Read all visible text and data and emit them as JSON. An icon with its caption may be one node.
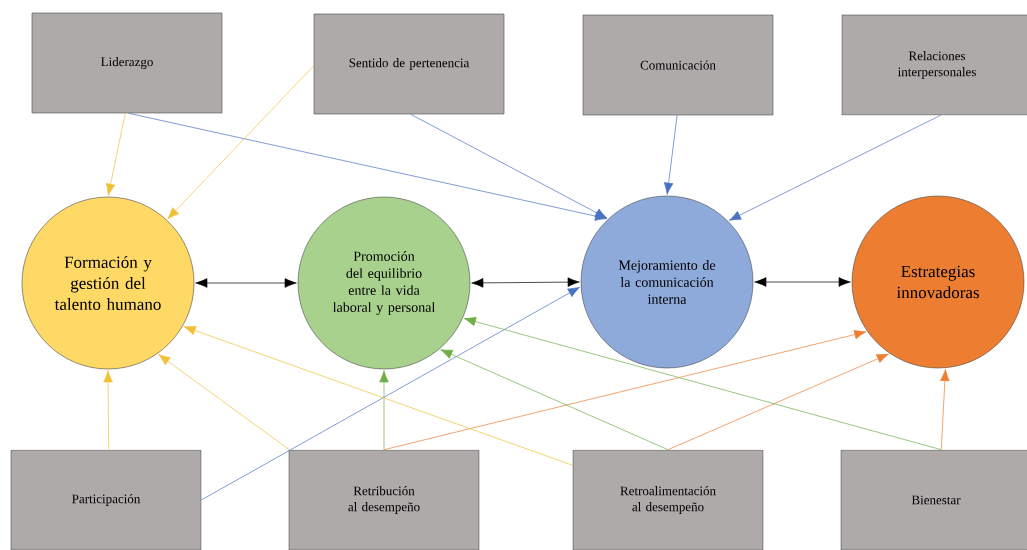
{
  "diagram": {
    "nodes": [
      {
        "text": [
          "Liderazgo"
        ]
      },
      {
        "text": [
          "Sentido de pertenencia"
        ]
      },
      {
        "text": [
          "Comunicación"
        ]
      },
      {
        "text": [
          "Relaciones interpersonales"
        ]
      },
      {
        "text": [
          "Formación y gestión del talento humano"
        ]
      },
      {
        "text": [
          "Promoción del equilibrio entre la vida laboral y personal"
        ]
      },
      {
        "text": [
          "Mejoramiento de la comunicación interna"
        ]
      },
      {
        "text": [
          "Estrategias innovadoras"
        ]
      },
      {
        "text": [
          "Participación"
        ]
      },
      {
        "text": [
          "Retribución al desempeño"
        ]
      },
      {
        "text": [
          "Retroalimentación al desempeño"
        ]
      },
      {
        "text": [
          "Bienestar"
        ]
      }
    ],
    "edges": [
      {
        "from": 0,
        "to": 4,
        "arrow": "to",
        "color": "#f2c037"
      },
      {
        "from": 0,
        "to": 6,
        "arrow": "to",
        "color": "#4a72c4"
      },
      {
        "from": 1,
        "to": 4,
        "arrow": "to",
        "color": "#f2c037"
      },
      {
        "from": 1,
        "to": 6,
        "arrow": "to",
        "color": "#4a72c4"
      },
      {
        "from": 2,
        "to": 6,
        "arrow": "to",
        "color": "#4a72c4"
      },
      {
        "from": 3,
        "to": 6,
        "arrow": "to",
        "color": "#4a72c4"
      },
      {
        "from": 4,
        "to": 5,
        "arrow": "both",
        "color": "#000000"
      },
      {
        "from": 5,
        "to": 6,
        "arrow": "both",
        "color": "#000000"
      },
      {
        "from": 6,
        "to": 7,
        "arrow": "both",
        "color": "#000000"
      },
      {
        "from": 8,
        "to": 4,
        "arrow": "to",
        "color": "#f2c037"
      },
      {
        "from": 8,
        "to": 6,
        "arrow": "to",
        "color": "#4a72c4"
      },
      {
        "from": 9,
        "to": 4,
        "arrow": "to",
        "color": "#f2c037"
      },
      {
        "from": 9,
        "to": 5,
        "arrow": "to",
        "color": "#70ad47"
      },
      {
        "from": 9,
        "to": 7,
        "arrow": "to",
        "color": "#ed7d31"
      },
      {
        "from": 10,
        "to": 4,
        "arrow": "to",
        "color": "#f2c037"
      },
      {
        "from": 10,
        "to": 5,
        "arrow": "to",
        "color": "#70ad47"
      },
      {
        "from": 10,
        "to": 7,
        "arrow": "to",
        "color": "#ed7d31"
      },
      {
        "from": 11,
        "to": 5,
        "arrow": "to",
        "color": "#70ad47"
      },
      {
        "from": 11,
        "to": 7,
        "arrow": "to",
        "color": "#ed7d31"
      }
    ]
  }
}
